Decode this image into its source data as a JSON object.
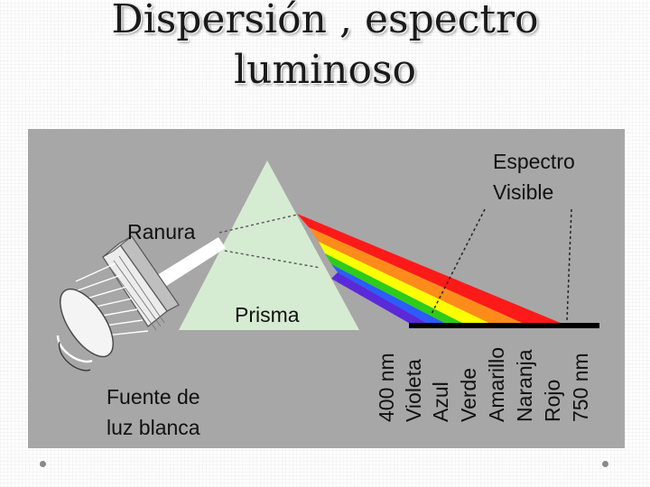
{
  "slide": {
    "title_line1": "Dispersión , espectro",
    "title_line2": "luminoso"
  },
  "diagram": {
    "background_color": "#a7a7a7",
    "prism_color": "#d6ecd2",
    "labels": {
      "ranura": "Ranura",
      "prisma": "Prisma",
      "espectro_line1": "Espectro",
      "espectro_line2": "Visible",
      "fuente_line1": "Fuente de",
      "fuente_line2": "luz blanca"
    },
    "spectrum_labels": [
      "400 nm",
      "Violeta",
      "Azul",
      "Verde",
      "Amarillo",
      "Naranja",
      "Rojo",
      "750 nm"
    ],
    "spectrum_colors": {
      "rojo": "#ff1a1a",
      "naranja": "#ff8c1a",
      "amarillo": "#ffff00",
      "verde": "#2ecc1a",
      "azul": "#2a5cff",
      "violeta": "#5a2ad8"
    }
  }
}
